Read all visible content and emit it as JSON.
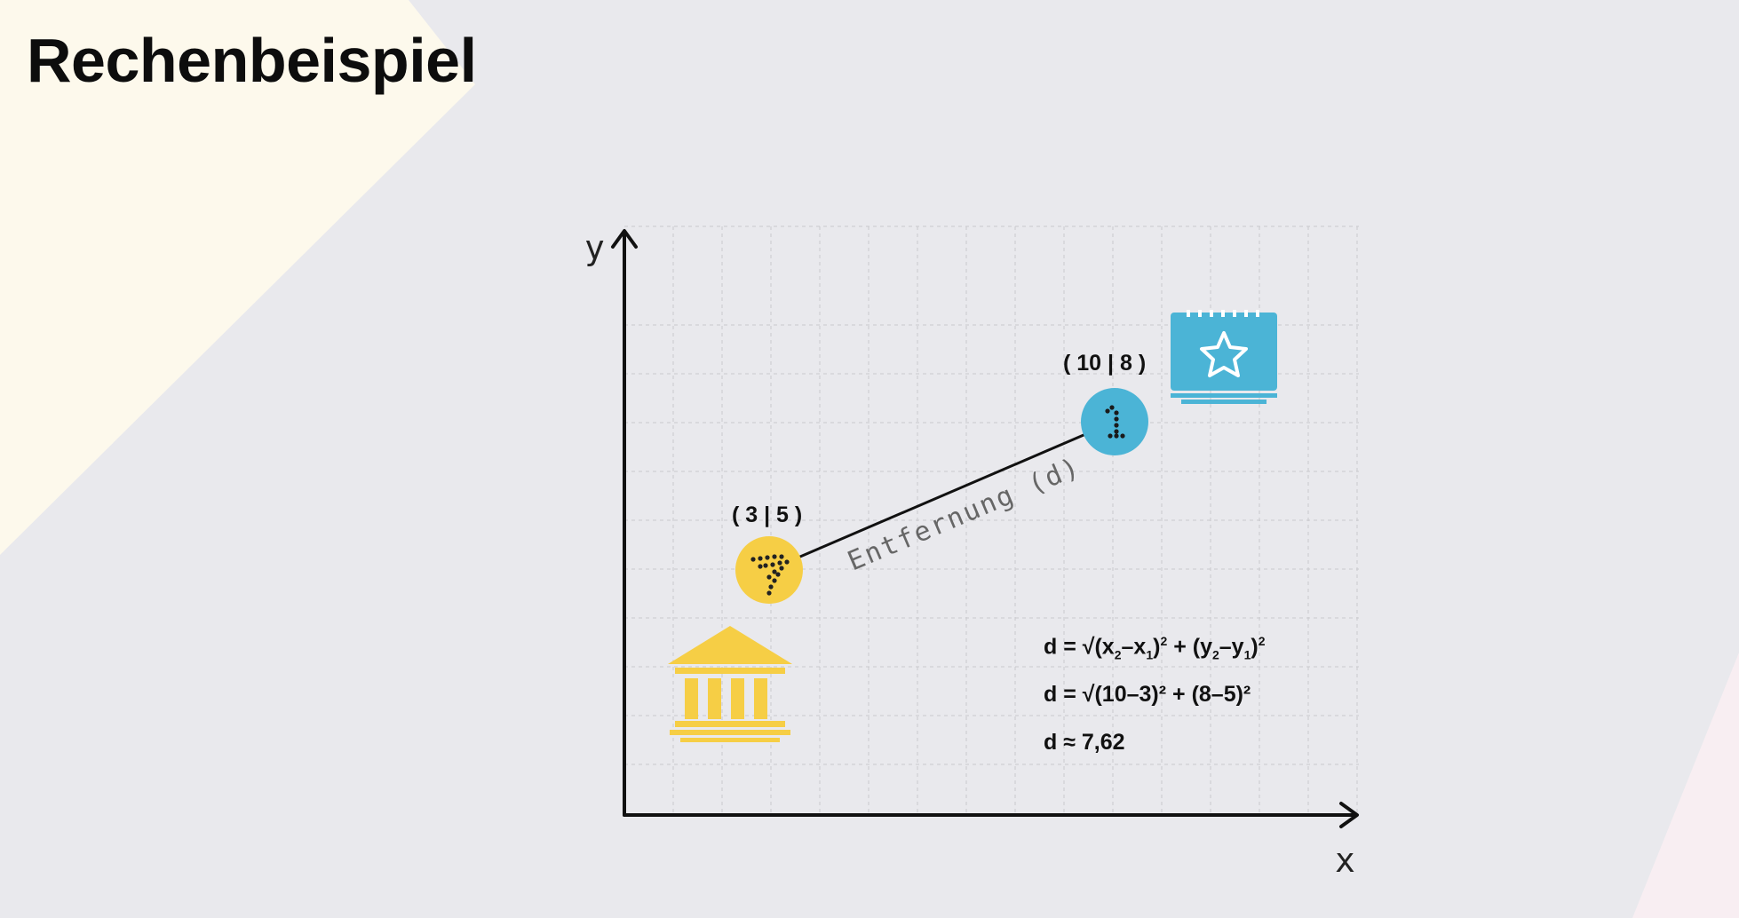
{
  "title": "Rechenbeispiel",
  "axes": {
    "x_label": "x",
    "y_label": "y"
  },
  "points": [
    {
      "label": "( 3 | 5 )",
      "x": 3,
      "y": 5,
      "color": "#f6ce45",
      "icon": "arrow-icon"
    },
    {
      "label": "( 10 | 8 )",
      "x": 10,
      "y": 8,
      "color": "#4bb4d6",
      "icon": "info-icon"
    }
  ],
  "line_label": "Entfernung (d)",
  "formulas": {
    "line1": "d = √(x₂–x₁)² + (y₂–y₁)²",
    "line2": "d = √(10–3)² + (8–5)²",
    "line3": "d ≈ 7,62"
  },
  "icons": {
    "bank": "bank-icon",
    "calendar": "calendar-star-icon"
  },
  "colors": {
    "yellow": "#f6ce45",
    "blue": "#4bb4d6",
    "axis": "#111111",
    "grid": "#c8c8cc"
  }
}
